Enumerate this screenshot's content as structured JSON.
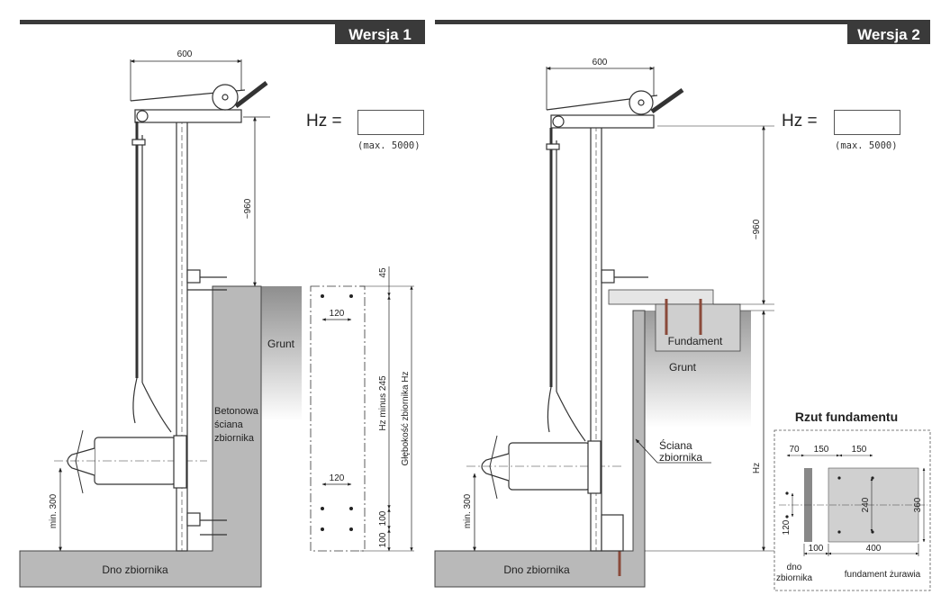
{
  "version1": {
    "title": "Wersja 1",
    "hz_label": "Hz =",
    "hz_value": "",
    "hz_note": "(max. 5000)",
    "dim_width": "600",
    "dim_height": "~960",
    "dim_min": "min. 300",
    "label_ground": "Grunt",
    "label_wall": [
      "Betonowa",
      "ściana",
      "zbiornika"
    ],
    "label_bottom": "Dno zbiornika",
    "plate": {
      "dim_top": "45",
      "dim_spacing_top": "120",
      "dim_spacing_bottom": "120",
      "dim_hz_minus": "Hz minus 245",
      "dim_depth": "Głębokość zbiornika Hz",
      "dim_100_upper": "100",
      "dim_100_lower": "100"
    }
  },
  "version2": {
    "title": "Wersja 2",
    "hz_label": "Hz =",
    "hz_value": "",
    "hz_note": "(max. 5000)",
    "dim_width": "600",
    "dim_height": "~960",
    "dim_min": "min. 300",
    "dim_hz": "Hz",
    "label_foundation": "Fundament",
    "label_ground": "Grunt",
    "label_wall": [
      "Ściana",
      "zbiornika"
    ],
    "label_bottom": "Dno zbiornika",
    "plan": {
      "title": "Rzut fundamentu",
      "dim_70": "70",
      "dim_150a": "150",
      "dim_150b": "150",
      "dim_240": "240",
      "dim_360": "360",
      "dim_120": "120",
      "dim_100": "100",
      "dim_400": "400",
      "label_bottom": [
        "dno",
        "zbiornika"
      ],
      "label_foundation": "fundament żurawia"
    }
  },
  "colors": {
    "bar": "#3a3a3a",
    "concrete": "#b9b9b9",
    "ground_top": "#8e8e8e",
    "line": "#222222",
    "anchor": "#8a4a3a"
  }
}
